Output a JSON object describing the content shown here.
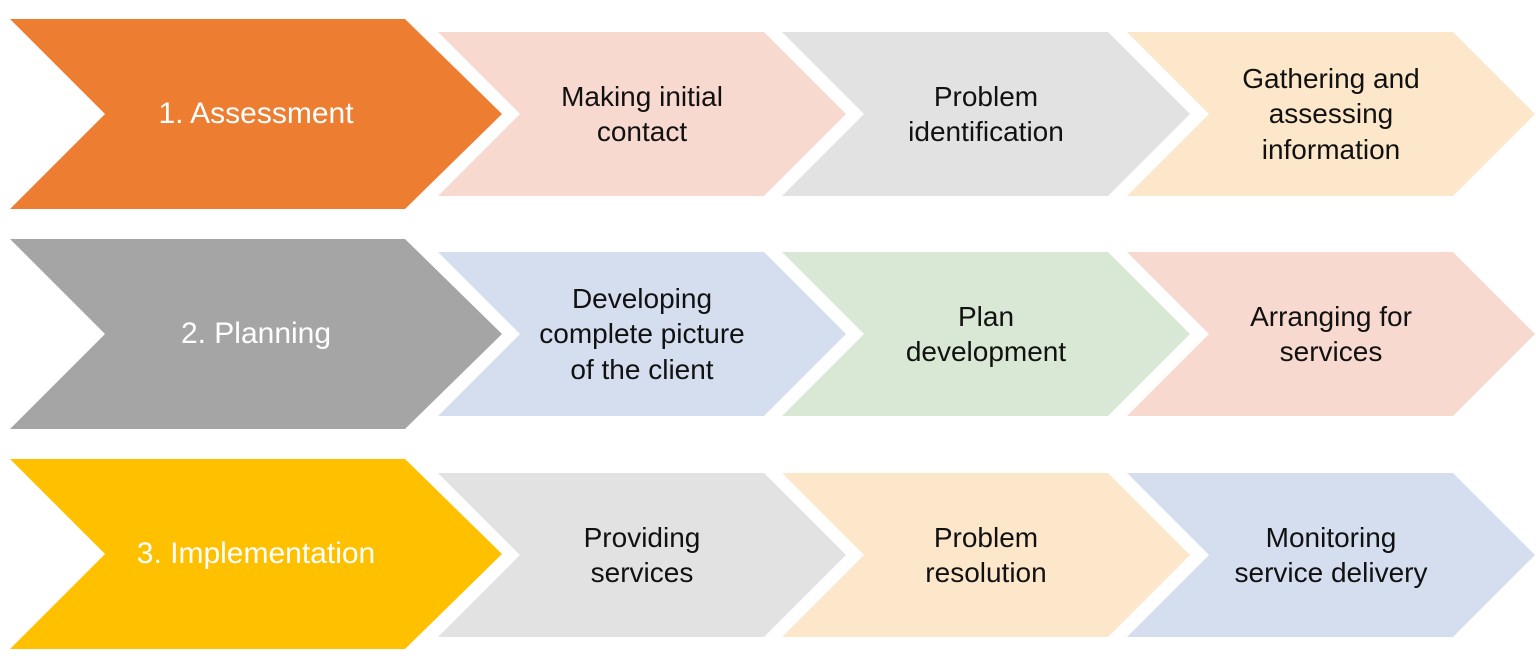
{
  "diagram": {
    "rows": [
      {
        "main": {
          "label": "1. Assessment",
          "color": "#ED7D31"
        },
        "steps": [
          {
            "label": "Making initial\ncontact",
            "color": "#F8D9CF"
          },
          {
            "label": "Problem\nidentification",
            "color": "#E2E2E2"
          },
          {
            "label": "Gathering and\nassessing\ninformation",
            "color": "#FDE7CB"
          }
        ]
      },
      {
        "main": {
          "label": "2. Planning",
          "color": "#A5A5A5"
        },
        "steps": [
          {
            "label": "Developing\ncomplete picture\nof the client",
            "color": "#D4DEEF"
          },
          {
            "label": "Plan\ndevelopment",
            "color": "#D9E8D5"
          },
          {
            "label": "Arranging for\nservices",
            "color": "#F8D9CF"
          }
        ]
      },
      {
        "main": {
          "label": "3. Implementation",
          "color": "#FFC000"
        },
        "steps": [
          {
            "label": "Providing\nservices",
            "color": "#E2E2E2"
          },
          {
            "label": "Problem\nresolution",
            "color": "#FDE7CB"
          },
          {
            "label": "Monitoring\nservice delivery",
            "color": "#D4DEEF"
          }
        ]
      }
    ]
  }
}
